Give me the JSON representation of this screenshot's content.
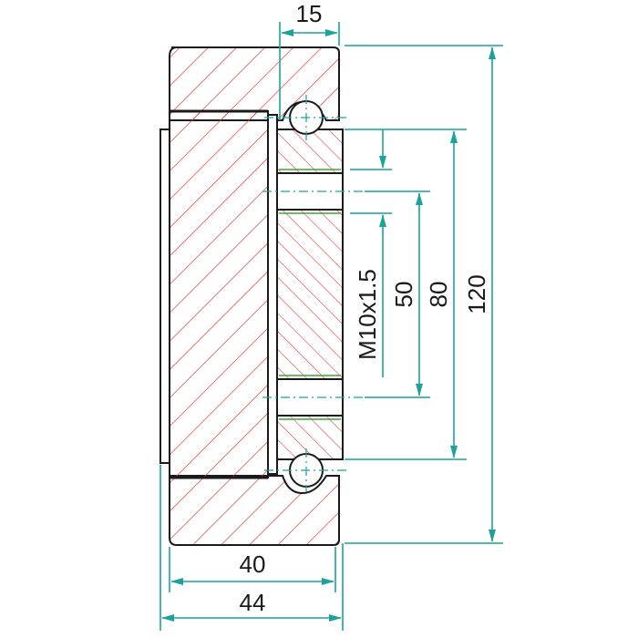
{
  "colors": {
    "outline": "#1a1a1a",
    "hatch": "#e23b3b",
    "dimension": "#1aa39a",
    "thread": "#3aa832",
    "background": "#ffffff"
  },
  "dimensions": {
    "top_width": "15",
    "thread_label": "M10x1.5",
    "hole_spacing": "50",
    "inner_height": "80",
    "overall_height": "120",
    "body_width": "40",
    "overall_width": "44"
  }
}
